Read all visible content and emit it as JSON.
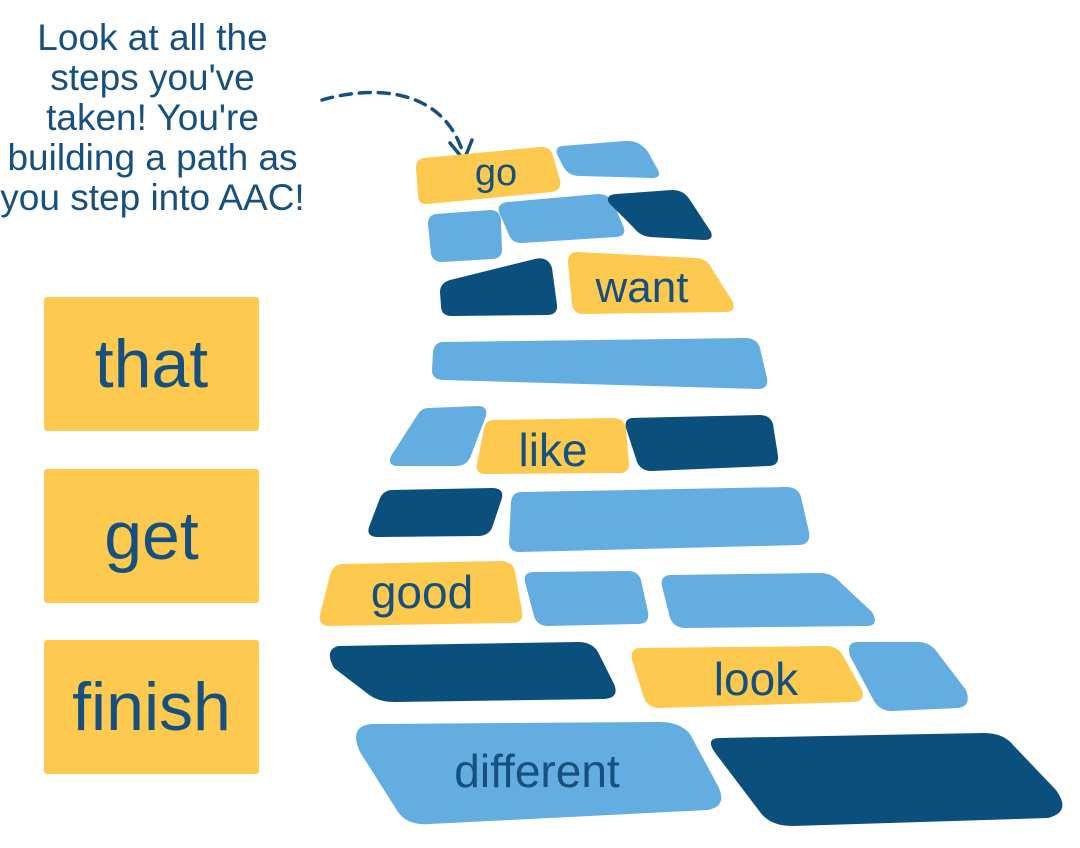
{
  "intro_text": "Look at all the steps you've taken! You're building a path as you step into AAC!",
  "cards": [
    "that",
    "get",
    "finish"
  ],
  "path_words": {
    "go": "go",
    "want": "want",
    "like": "like",
    "good": "good",
    "look": "look",
    "different": "different"
  },
  "colors": {
    "yellow": "#fdc94e",
    "light_blue": "#63ade1",
    "dark_blue": "#0b4f7c",
    "text": "#16507f"
  },
  "icons": {
    "arrow": "dashed-curved-arrow-icon"
  }
}
